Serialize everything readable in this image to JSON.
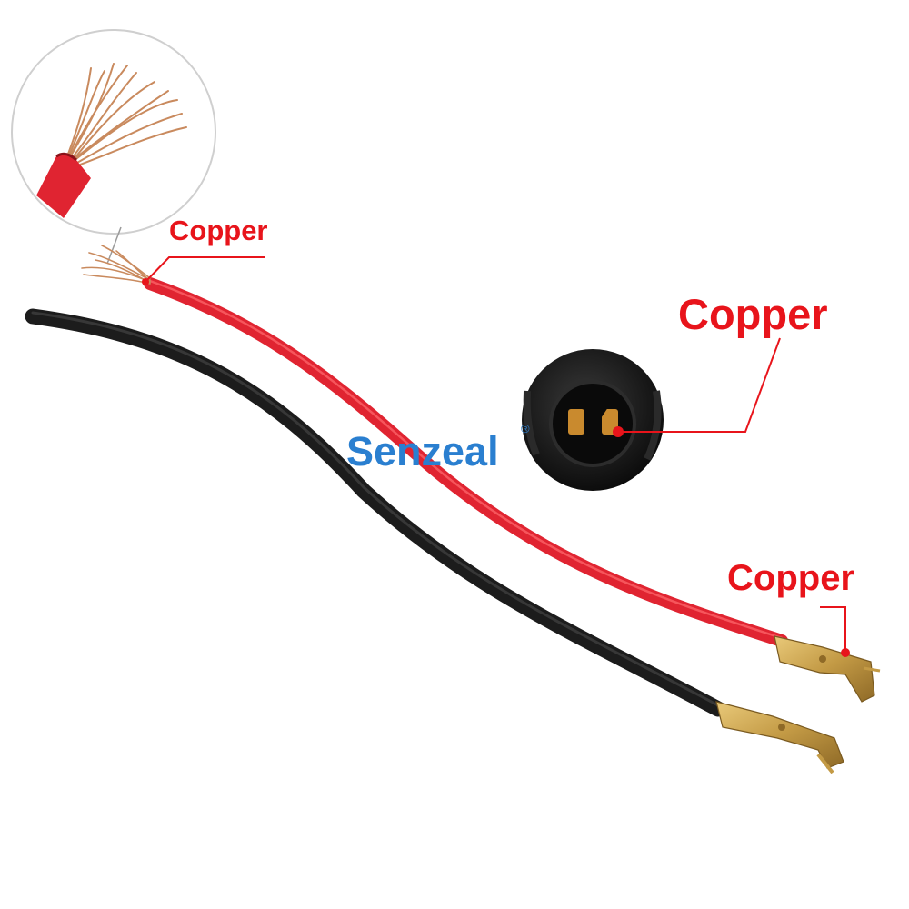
{
  "labels": {
    "wire_strands": "Copper",
    "socket_contacts": "Copper",
    "terminal": "Copper"
  },
  "watermark": {
    "brand": "Senzeal",
    "mark": "®"
  },
  "colors": {
    "label_red": "#e8141b",
    "brand_blue": "#2a7fd0",
    "red_wire": "#e02431",
    "black_wire": "#1c1c1c",
    "copper": "#c98a5e",
    "terminal_brass": "#c9a04a",
    "socket_black": "#161616"
  }
}
